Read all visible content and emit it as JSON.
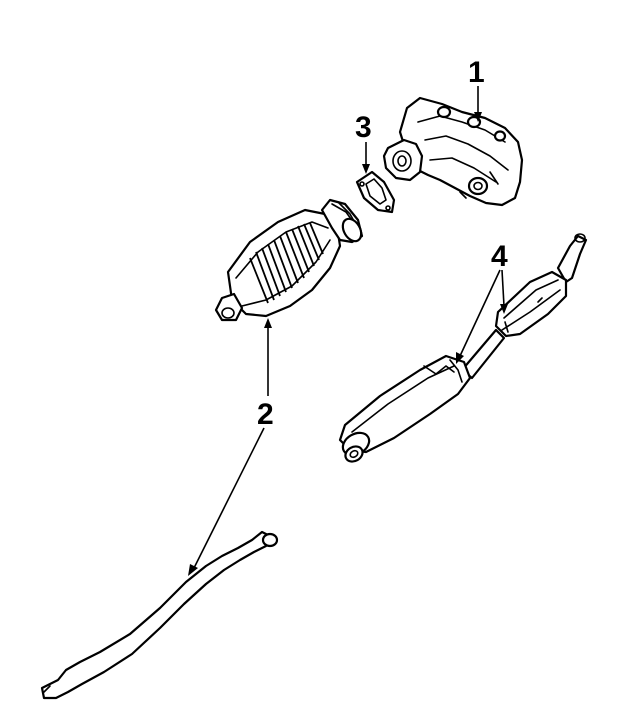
{
  "callouts": {
    "exhaust_manifold": "1",
    "catalytic_converter": "2",
    "gasket": "3",
    "muffler_resonator": "4"
  },
  "colors": {
    "line": "#000000",
    "background": "#ffffff"
  }
}
